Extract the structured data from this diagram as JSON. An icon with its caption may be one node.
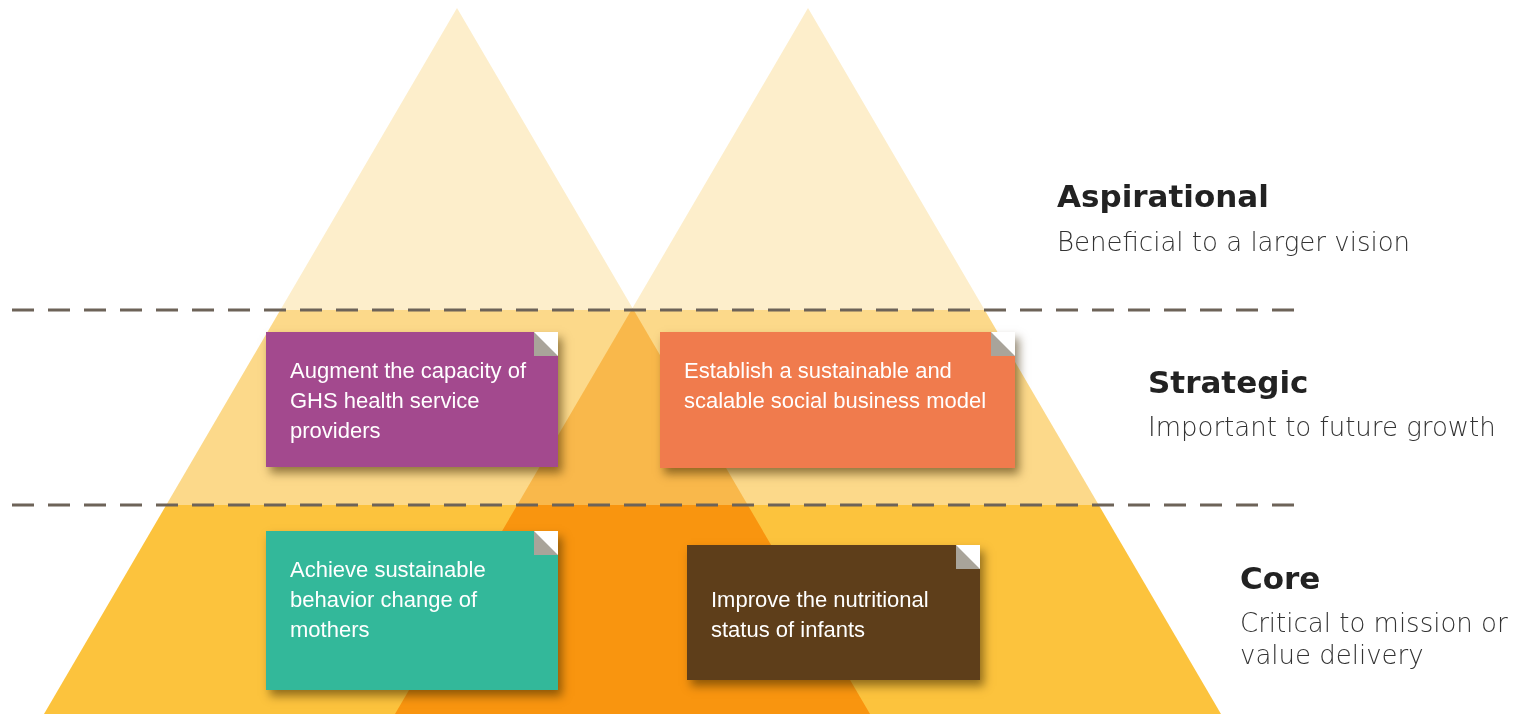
{
  "diagram": {
    "nodes": [
      {
        "text": [
          "Augment the capacity of GHS health service providers"
        ]
      },
      {
        "text": [
          "Establish a sustainable and scalable social business model"
        ]
      },
      {
        "text": [
          "Achieve sustainable behavior change of mothers"
        ]
      },
      {
        "text": [
          "Improve the nutritional status of infants"
        ]
      }
    ],
    "labels": [
      "Aspirational",
      "Beneficial to a larger vision",
      "Strategic",
      "Important to future growth",
      "Core",
      "Critical to mission or value delivery"
    ]
  }
}
